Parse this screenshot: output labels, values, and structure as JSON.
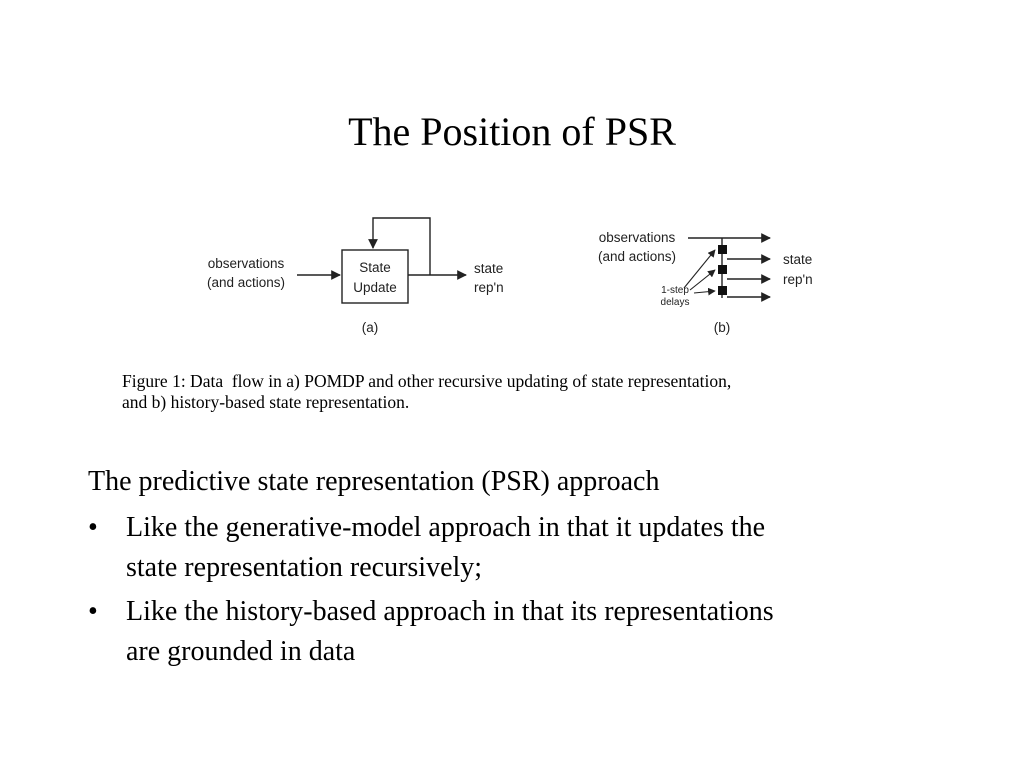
{
  "slide": {
    "title": "The Position of PSR"
  },
  "figure": {
    "a": {
      "input_line1": "observations",
      "input_line2": "(and actions)",
      "box_line1": "State",
      "box_line2": "Update",
      "output_line1": "state",
      "output_line2": "rep'n",
      "label": "(a)"
    },
    "b": {
      "input_line1": "observations",
      "input_line2": "(and actions)",
      "output_line1": "state",
      "output_line2": "rep'n",
      "delay_line1": "1-step",
      "delay_line2": "delays",
      "label": "(b)"
    },
    "caption_line1": "Figure 1: Data  flow in a) POMDP and other recursive updating of state representation,",
    "caption_line2": "and b) history-based state representation."
  },
  "body": {
    "lead": "The predictive state representation (PSR) approach",
    "bullet_char": "•",
    "bullets": [
      {
        "line1": "Like the generative-model approach in that it updates the",
        "line2": "state representation recursively;"
      },
      {
        "line1": "Like the history-based approach in that its representations",
        "line2": "are grounded in data"
      }
    ]
  }
}
